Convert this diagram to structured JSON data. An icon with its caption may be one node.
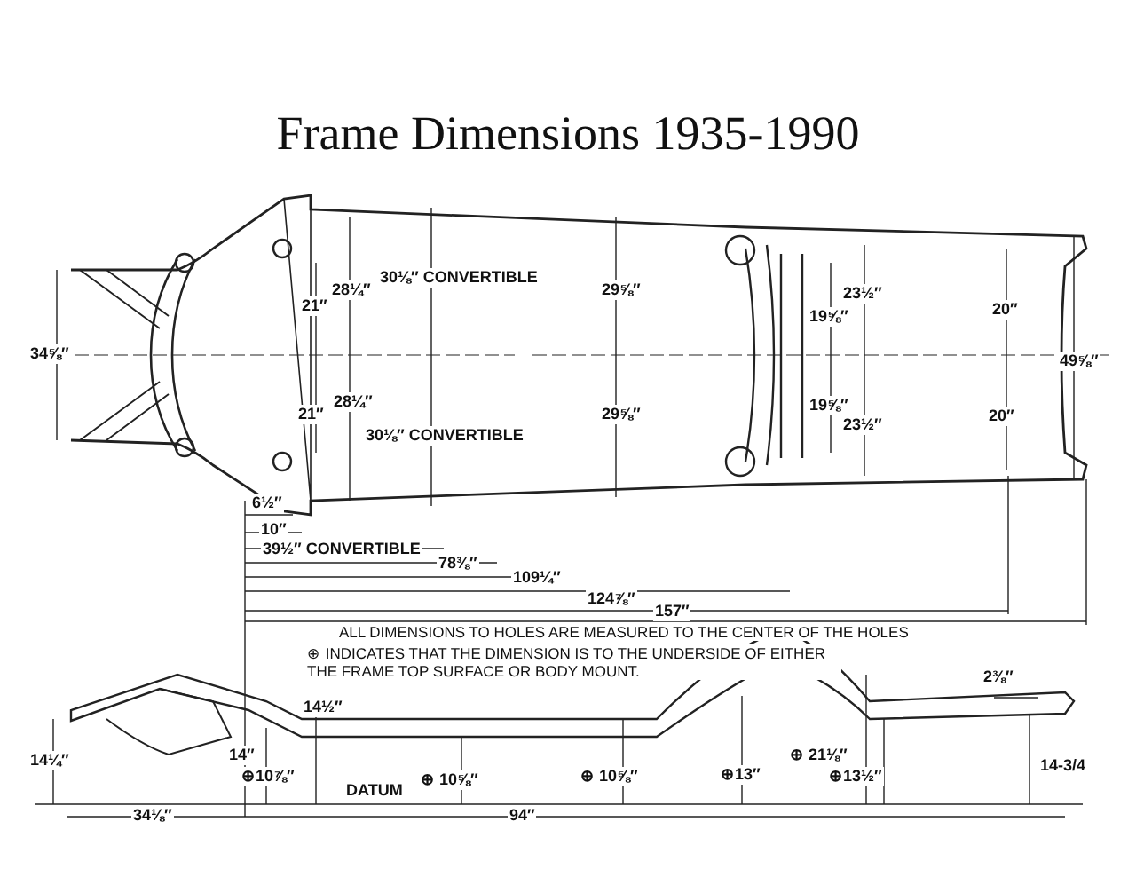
{
  "diagram": {
    "title": "Frame Dimensions 1935-1990",
    "labels": [
      "28¼″",
      "30⅛″ CONVERTIBLE",
      "21″",
      "29⅝″",
      "23½″",
      "19⅝″",
      "20″",
      "34⅝″",
      "49⅝″",
      "21″",
      "28¼″",
      "30⅛″ CONVERTIBLE",
      "29⅝″",
      "19⅝″",
      "23½″",
      "20″",
      "6½″",
      "10″",
      "39½″ CONVERTIBLE",
      "78⅜″",
      "109¼″",
      "124⅞″",
      "157″",
      "ALL DIMENSIONS TO HOLES ARE MEASURED TO THE CENTER OF THE HOLES",
      "⊕ INDICATES THAT THE DIMENSION IS TO THE UNDERSIDE OF EITHER THE FRAME TOP SURFACE OR BODY MOUNT.",
      "14½″",
      "2⅜″",
      "14¼″",
      "14″",
      "⊕ 21⅛″",
      "⊕10⅞″",
      "⊕ 10⅝″",
      "⊕ 10⅝″",
      "⊕13″",
      "⊕13½″",
      "14-3/4",
      "DATUM",
      "34⅛″",
      "94″"
    ]
  }
}
